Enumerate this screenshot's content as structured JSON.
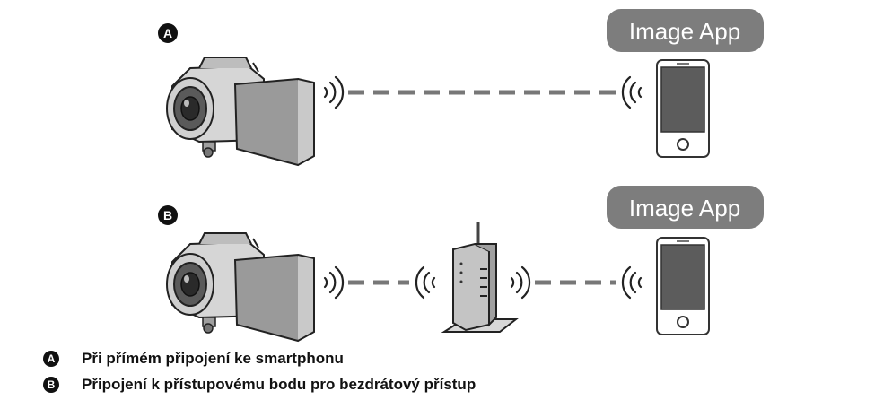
{
  "diagram": {
    "app_label": "Image App",
    "scenarios": [
      {
        "badge": "A",
        "description": "Při přímém připojení ke smartphonu"
      },
      {
        "badge": "B",
        "description": "Připojení k přístupovému bodu pro bezdrátový přístup"
      }
    ]
  },
  "colors": {
    "pill": "#7d7d7d",
    "line": "#777777",
    "device": "#4a4a4a"
  }
}
